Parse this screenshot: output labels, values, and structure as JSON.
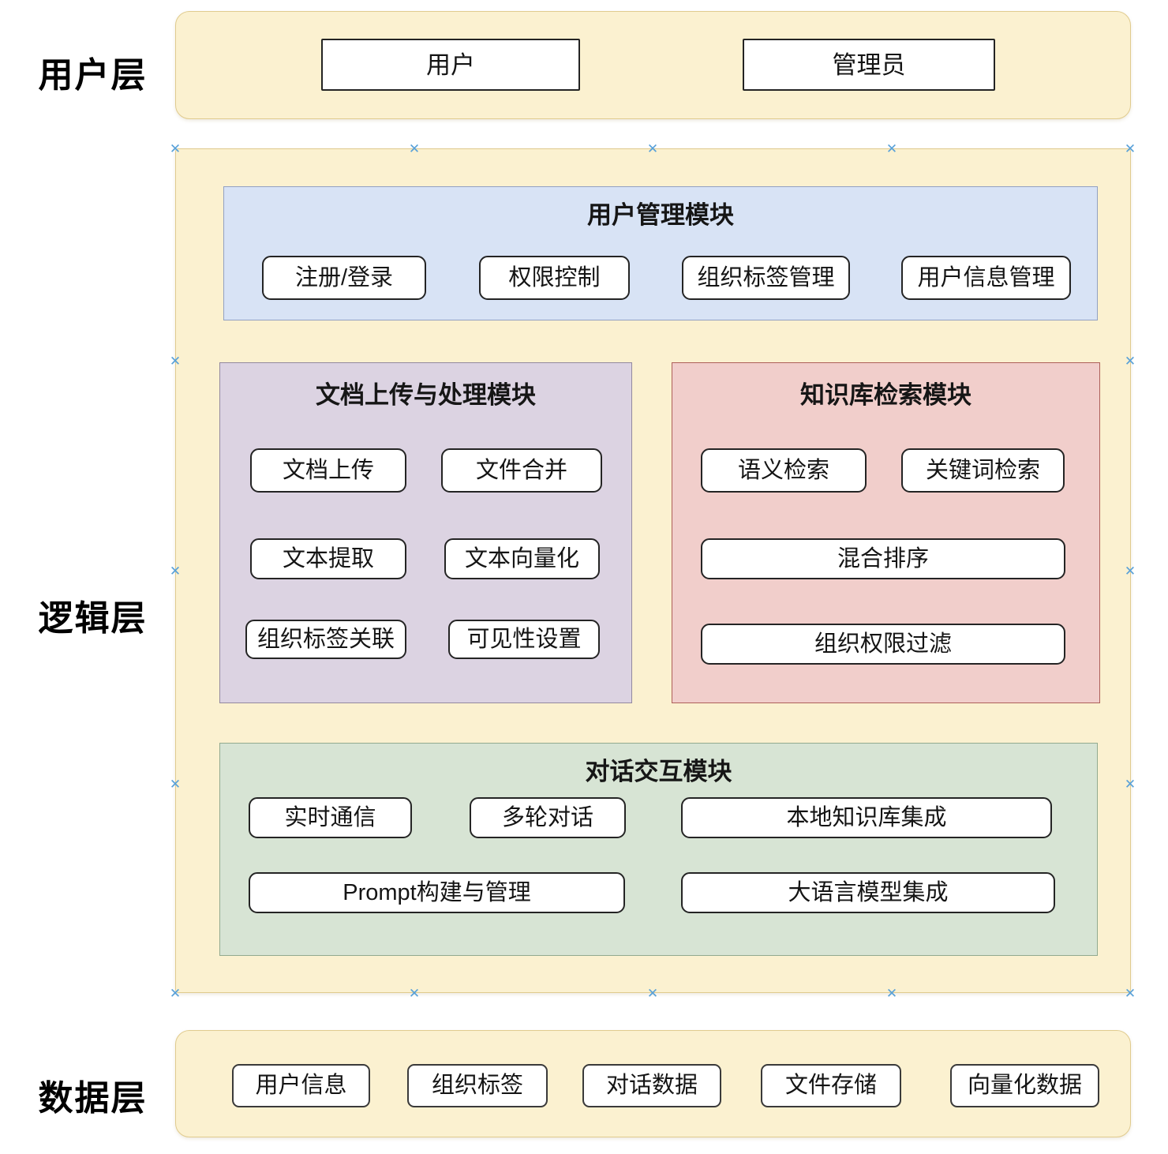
{
  "diagram": {
    "handle_glyph": "✕",
    "layers": {
      "user": {
        "label": "用户层",
        "nodes": [
          {
            "label": "用户"
          },
          {
            "label": "管理员"
          }
        ]
      },
      "logic": {
        "label": "逻辑层",
        "modules": [
          {
            "title": "用户管理模块",
            "items": [
              {
                "label": "注册/登录"
              },
              {
                "label": "权限控制"
              },
              {
                "label": "组织标签管理"
              },
              {
                "label": "用户信息管理"
              }
            ]
          },
          {
            "title": "文档上传与处理模块",
            "items": [
              {
                "label": "文档上传"
              },
              {
                "label": "文件合并"
              },
              {
                "label": "文本提取"
              },
              {
                "label": "文本向量化"
              },
              {
                "label": "组织标签关联"
              },
              {
                "label": "可见性设置"
              }
            ]
          },
          {
            "title": "知识库检索模块",
            "items": [
              {
                "label": "语义检索"
              },
              {
                "label": "关键词检索"
              },
              {
                "label": "混合排序"
              },
              {
                "label": "组织权限过滤"
              }
            ]
          },
          {
            "title": "对话交互模块",
            "items": [
              {
                "label": "实时通信"
              },
              {
                "label": "多轮对话"
              },
              {
                "label": "本地知识库集成"
              },
              {
                "label": "Prompt构建与管理"
              },
              {
                "label": "大语言模型集成"
              }
            ]
          }
        ]
      },
      "data": {
        "label": "数据层",
        "nodes": [
          {
            "label": "用户信息"
          },
          {
            "label": "组织标签"
          },
          {
            "label": "对话数据"
          },
          {
            "label": "文件存储"
          },
          {
            "label": "向量化数据"
          }
        ]
      }
    },
    "colors": {
      "layer_band_fill": "#FBF1D0",
      "layer_band_border": "#E0CB8E",
      "user_mgmt_module_fill": "#D8E3F5",
      "user_mgmt_module_border": "#92A1C2",
      "doc_module_fill": "#DCD3E2",
      "doc_module_border": "#93899F",
      "kb_module_fill": "#F1CECB",
      "kb_module_border": "#AE6059",
      "chat_module_fill": "#D7E4D4",
      "chat_module_border": "#92AA8F",
      "selection_handle": "#57A0D8",
      "node_fill": "#FFFFFF",
      "node_border": "#242424"
    }
  }
}
